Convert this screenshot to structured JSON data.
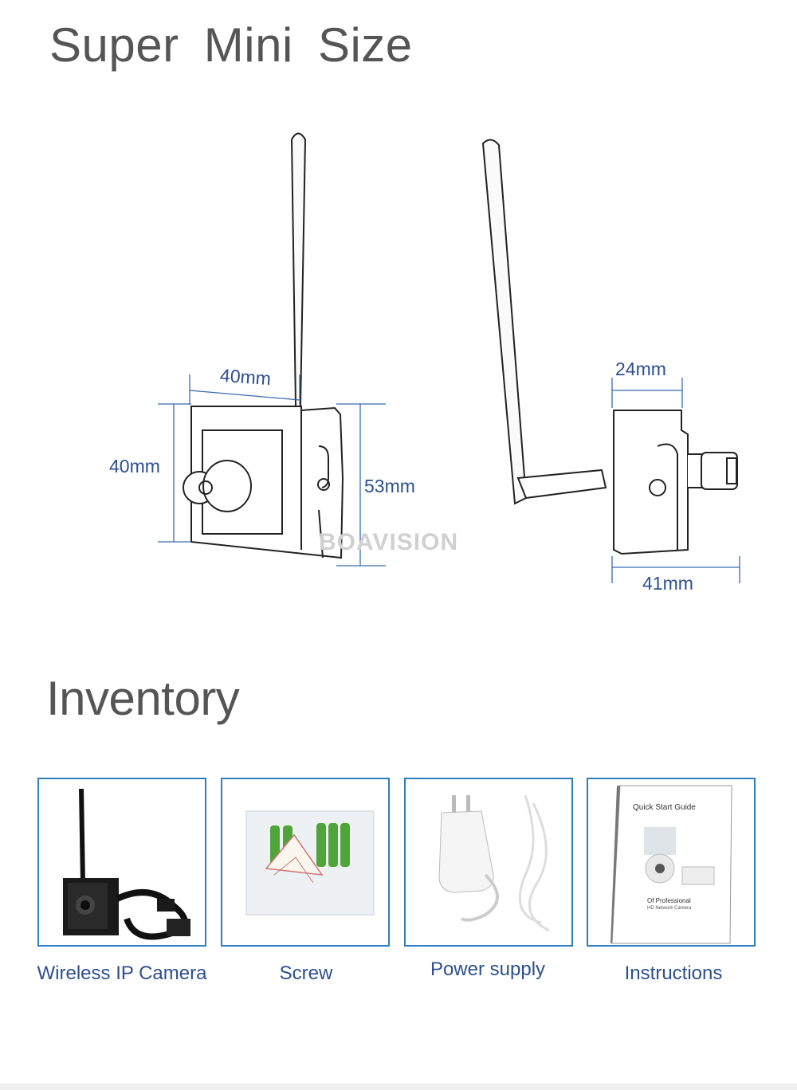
{
  "size_section": {
    "title": "Super Mini Size",
    "front_view": {
      "width_label": "40mm",
      "height_label": "40mm",
      "depth_label": "53mm"
    },
    "side_view": {
      "top_label": "24mm",
      "bottom_label": "41mm"
    },
    "watermark": "BOAVISION"
  },
  "inventory_section": {
    "title": "Inventory",
    "items": [
      {
        "label": "Wireless IP Camera"
      },
      {
        "label": "Screw"
      },
      {
        "label": "Power supply"
      },
      {
        "label": "Instructions"
      }
    ],
    "instructions_booklet": {
      "title": "Quick Start Guide",
      "subtitle": "Of Professional",
      "line2": "HD Network Camera"
    }
  },
  "colors": {
    "accent": "#2d4f8e",
    "card_border": "#2f7fbf",
    "title_gray": "#555555"
  }
}
